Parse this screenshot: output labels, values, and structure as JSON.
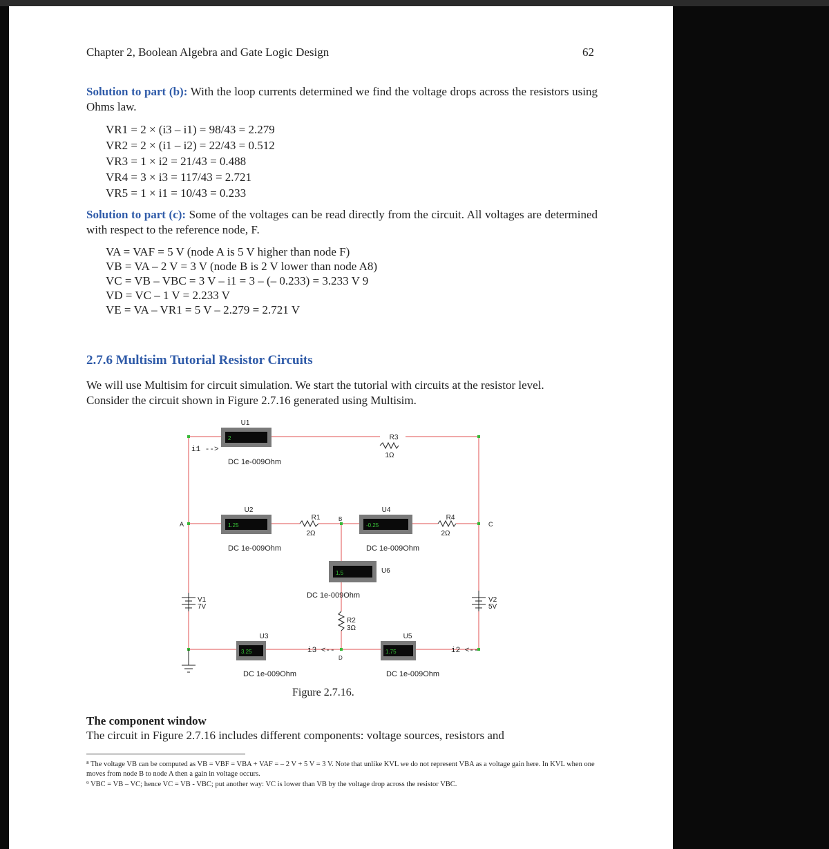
{
  "header": {
    "chapter": "Chapter 2, Boolean Algebra and Gate Logic Design",
    "page": "62"
  },
  "part_b": {
    "label": "Solution to part (b):",
    "text": " With the loop currents determined we find the voltage drops across the resistors using Ohms law.",
    "equations": [
      "VR1 = 2 × (i3 – i1) = 98/43 = 2.279",
      "VR2 = 2 × (i1 – i2) = 22/43 = 0.512",
      "VR3 = 1 × i2 = 21/43 = 0.488",
      "VR4 = 3 × i3 = 117/43 = 2.721",
      "VR5 = 1 × i1 = 10/43 = 0.233"
    ]
  },
  "part_c": {
    "label": "Solution to part (c):",
    "text": " Some of the voltages can be read directly from the circuit.  All voltages are determined with respect to the reference node, F.",
    "equations": [
      "VA = VAF = 5 V (node A is 5 V higher than node F)",
      "VB = VA – 2 V = 3 V (node B is 2 V lower than node A8)",
      "VC = VB – VBC = 3 V – i1 = 3 – (– 0.233) = 3.233 V 9",
      "VD = VC – 1 V = 2.233 V",
      "VE = VA – VR1 = 5 V – 2.279 = 2.721 V"
    ]
  },
  "section": {
    "title": "2.7.6 Multisim Tutorial Resistor Circuits",
    "intro": "We will use Multisim for circuit simulation.  We start the tutorial with circuits at the resistor level.  Consider the circuit shown in Figure 2.7.16 generated using Multisim."
  },
  "circuit": {
    "meters": [
      {
        "name": "U1",
        "reading": "2",
        "mode": "DC  1e-009Ohm"
      },
      {
        "name": "U2",
        "reading": "1.25",
        "mode": "DC  1e-009Ohm"
      },
      {
        "name": "U4",
        "reading": "-0.25",
        "mode": "DC  1e-009Ohm"
      },
      {
        "name": "U6",
        "reading": "1.5",
        "mode": "DC  1e-009Ohm"
      },
      {
        "name": "U3",
        "reading": "3.25",
        "mode": "DC  1e-009Ohm"
      },
      {
        "name": "U5",
        "reading": "1.75",
        "mode": "DC  1e-009Ohm"
      }
    ],
    "resistors": [
      {
        "name": "R1",
        "value": "2Ω"
      },
      {
        "name": "R2",
        "value": "3Ω"
      },
      {
        "name": "R3",
        "value": "1Ω"
      },
      {
        "name": "R4",
        "value": "2Ω"
      }
    ],
    "sources": [
      {
        "name": "V1",
        "value": "7V"
      },
      {
        "name": "V2",
        "value": "5V"
      }
    ],
    "nodes": [
      "A",
      "B",
      "C",
      "D"
    ],
    "currents": [
      "i1 -->",
      "i3 <--",
      "i2 <--"
    ]
  },
  "caption": "Figure 2.7.16.",
  "component_window": {
    "heading": "The component window",
    "text": "The circuit in Figure 2.7.16 includes different components: voltage sources, resistors and"
  },
  "footnotes": [
    "⁸ The voltage VB can be computed as VB = VBF = VBA + VAF = – 2 V + 5 V = 3 V.  Note that unlike KVL we do not represent VBA as a voltage gain here.  In KVL when one moves from node B to node A then a gain in voltage occurs.",
    "⁹ VBC = VB – VC; hence VC = VB - VBC; put another way: VC is lower than VB by the voltage drop across the resistor VBC."
  ],
  "colors": {
    "accent": "#2e5aa8",
    "wire": "#e05050",
    "meter_body": "#7a7a7a",
    "meter_display": "#0a0a0a",
    "meter_text": "#37c337"
  }
}
